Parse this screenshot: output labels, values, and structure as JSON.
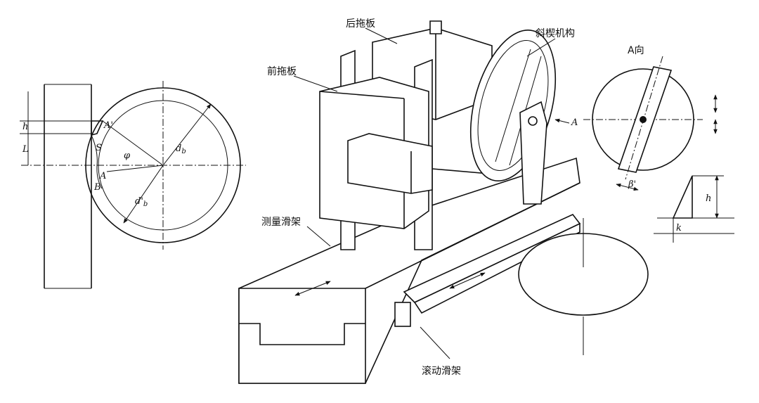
{
  "labels": {
    "rear_carriage": "后拖板",
    "front_carriage": "前拖板",
    "wedge_mechanism": "斜楔机构",
    "view_a": "A向",
    "measuring_slide": "测量滑架",
    "rolling_slide": "滚动滑架"
  },
  "symbols": {
    "A": "A",
    "A_prime": "A'",
    "B": "B",
    "S": "S",
    "phi": "φ",
    "L": "L",
    "h": "h",
    "k": "k",
    "db": "d",
    "db_sub": "b",
    "dbp": "d'",
    "dbp_sub": "b",
    "beta": "β'"
  }
}
